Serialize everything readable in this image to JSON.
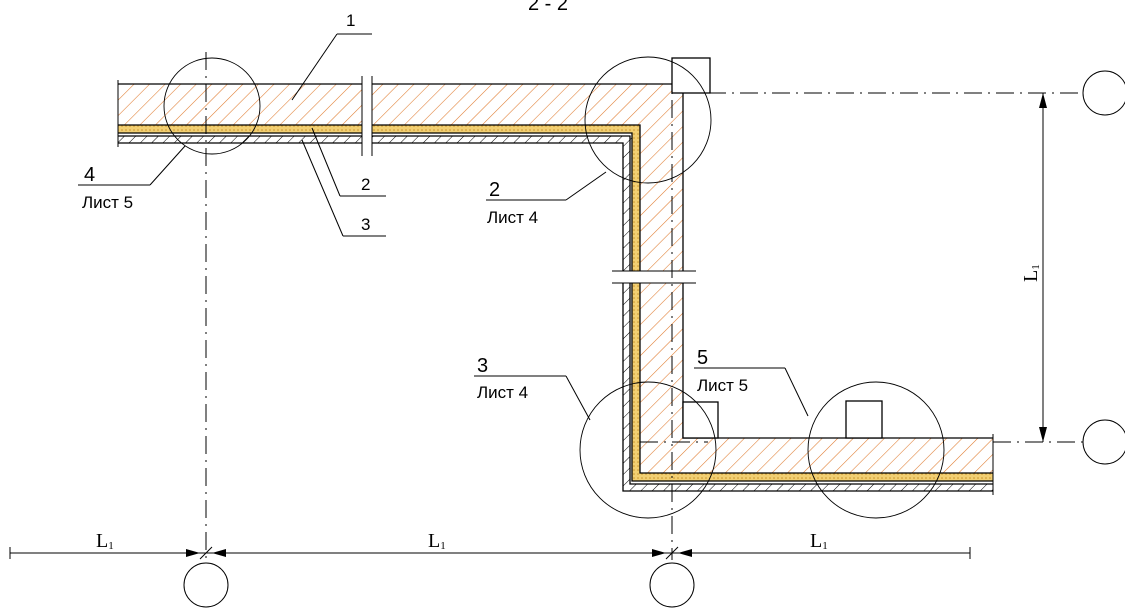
{
  "section_title": "2 - 2",
  "callouts": {
    "c1": "1",
    "c2": "2",
    "c3": "3"
  },
  "node_refs": [
    {
      "number": "4",
      "sheet": "Лист 5"
    },
    {
      "number": "2",
      "sheet": "Лист 4"
    },
    {
      "number": "3",
      "sheet": "Лист 4"
    },
    {
      "number": "5",
      "sheet": "Лист 5"
    }
  ],
  "dimensions": {
    "bottom_left": "L",
    "bottom_middle": "L",
    "bottom_right": "L",
    "vertical": "L",
    "subscript": "1"
  },
  "colors": {
    "concrete_hatch": "#e07a2e",
    "insulation": "#f2cf72",
    "line": "#000000"
  }
}
